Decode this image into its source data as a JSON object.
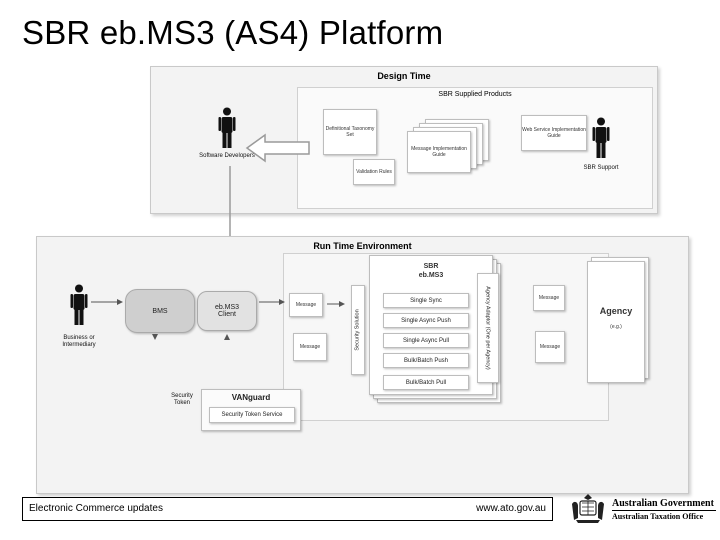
{
  "slide": {
    "title": "SBR eb.MS3 (AS4) Platform"
  },
  "design_time": {
    "title": "Design Time",
    "products_title": "SBR Supplied Products",
    "doc_taxonomy": "Definitional Taxonomy Set",
    "doc_message": "Message Implementation Guide",
    "doc_validation": "Validation Rules",
    "doc_web_service": "Web Service Implementation Guide",
    "actor_developers": "Software Developers",
    "actor_support": "SBR Support"
  },
  "run_time": {
    "title": "Run Time Environment",
    "sbr_title_line1": "SBR",
    "sbr_title_line2": "eb.MS3",
    "services": [
      "Single Sync",
      "Single Async Push",
      "Single Async Pull",
      "Bulk/Batch Push",
      "Bulk/Batch Pull"
    ],
    "security_solution": "Security Solution",
    "agency_adaptor": "Agency Adaptor (One per Agency)",
    "agency": "Agency",
    "agency_note": "(e.g.)",
    "bms": "BMS",
    "ebms_client_line1": "eb.MS3",
    "ebms_client_line2": "Client",
    "message_1": "Message",
    "message_2": "Message",
    "message_3": "Message",
    "message_4": "Message",
    "actor_business": "Business or Intermediary",
    "security_token_label": "Security Token",
    "vanguard": "VANguard",
    "security_token_service": "Security Token Service"
  },
  "footer": {
    "left": "Electronic Commerce updates",
    "right": "www.ato.gov.au",
    "gov_line1": "Australian Government",
    "gov_line2": "Australian Taxation Office"
  },
  "colors": {
    "panel_bg": "#f3f3f3",
    "panel_border": "#c9c9c9",
    "arrow": "#9a9a9a",
    "person": "#111111",
    "bms": "#cfcfcf"
  }
}
